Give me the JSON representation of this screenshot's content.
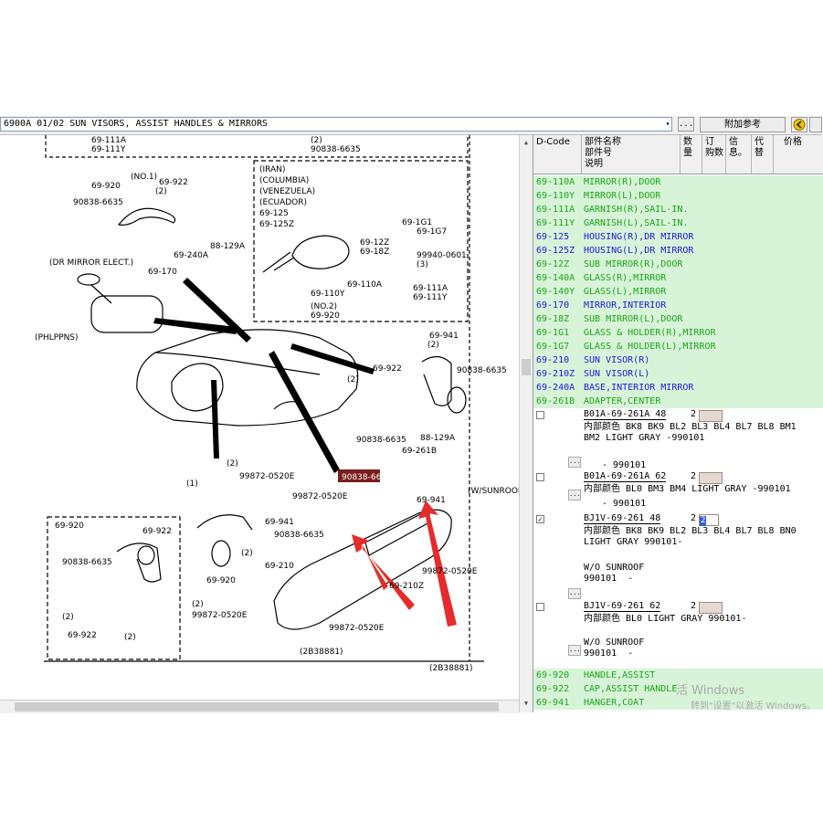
{
  "toolbar": {
    "section_title": "6900A 01/02 SUN VISORS, ASSIST HANDLES & MIRRORS",
    "dots_label": "...",
    "reference_button": "附加参考",
    "arrow_down": "▾"
  },
  "diagram": {
    "callouts": [
      "69-111A",
      "69-111Y",
      "(2)",
      "90838-6635",
      "(NO.1)",
      "69-920",
      "69-922",
      "(2)",
      "90838-6635",
      "88-129A",
      "69-240A",
      "69-170",
      "(DR MIRROR ELECT.)",
      "(PHLPPNS)",
      "(IRAN)",
      "(COLUMBIA)",
      "(VENEZUELA)",
      "(ECUADOR)",
      "69-125",
      "69-125Z",
      "69-1G1",
      "69-1G7",
      "69-12Z",
      "69-18Z",
      "99940-0601",
      "(3)",
      "69-110A",
      "69-110Y",
      "69-111A",
      "69-111Y",
      "(NO.2)",
      "69-920",
      "69-941",
      "(2)",
      "90838-6635",
      "69-922",
      "(2)",
      "90838-6635",
      "88-129A",
      "69-261B",
      "(2)",
      "90838-6635",
      "99872-0520E",
      "(1)",
      "99872-0520E",
      "(W/SUNROOF)",
      "69-941",
      "69-920",
      "69-922",
      "90838-6635",
      "(2)",
      "69-922",
      "(2)",
      "90838-6635",
      "69-941",
      "(2)",
      "69-920",
      "(2)",
      "99872-0520E",
      "69-210",
      "99872-0520E",
      "69-210Z",
      "99872-0520E",
      "(2B38881)"
    ]
  },
  "parts_table": {
    "headers": {
      "code": "D-Code",
      "name": "部件名称\n部件号\n说明",
      "qty": "数\n量",
      "order": "订\n购数",
      "info": "信\n息。",
      "replace": "代\n替",
      "price": "价格"
    },
    "rows": [
      {
        "code": "69-110A",
        "desc": "MIRROR(R),DOOR",
        "color": "green"
      },
      {
        "code": "69-110Y",
        "desc": "MIRROR(L),DOOR",
        "color": "green"
      },
      {
        "code": "69-111A",
        "desc": "GARNISH(R),SAIL-IN.",
        "color": "green"
      },
      {
        "code": "69-111Y",
        "desc": "GARNISH(L),SAIL-IN.",
        "color": "green"
      },
      {
        "code": "69-125",
        "desc": "HOUSING(R),DR MIRROR",
        "color": "blue"
      },
      {
        "code": "69-125Z",
        "desc": "HOUSING(L),DR MIRROR",
        "color": "blue"
      },
      {
        "code": "69-12Z",
        "desc": "SUB MIRROR(R),DOOR",
        "color": "green"
      },
      {
        "code": "69-140A",
        "desc": "GLASS(R),MIRROR",
        "color": "green"
      },
      {
        "code": "69-140Y",
        "desc": "GLASS(L),MIRROR",
        "color": "green"
      },
      {
        "code": "69-170",
        "desc": "MIRROR,INTERIOR",
        "color": "blue"
      },
      {
        "code": "69-18Z",
        "desc": "SUB MIRROR(L),DOOR",
        "color": "green"
      },
      {
        "code": "69-1G1",
        "desc": "GLASS & HOLDER(R),MIRROR",
        "color": "green"
      },
      {
        "code": "69-1G7",
        "desc": "GLASS & HOLDER(L),MIRROR",
        "color": "green"
      },
      {
        "code": "69-210",
        "desc": "SUN VISOR(R)",
        "color": "blue"
      },
      {
        "code": "69-210Z",
        "desc": "SUN VISOR(L)",
        "color": "blue"
      },
      {
        "code": "69-240A",
        "desc": "BASE,INTERIOR MIRROR",
        "color": "blue"
      },
      {
        "code": "69-261B",
        "desc": "ADAPTER,CENTER",
        "color": "green"
      }
    ],
    "details": [
      {
        "part": "B01A-69-261A 48",
        "qty": "2",
        "checked": "",
        "desc": "内部颜色 BK8 BK9 BL2 BL3 BL4 BL7 BL8 BM1\nBM2 LIGHT GRAY -990101",
        "extra": "- 990101"
      },
      {
        "part": "B01A-69-261A 62",
        "qty": "2",
        "checked": "",
        "desc": "内部颜色 BL0 BM3 BM4 LIGHT GRAY -990101",
        "extra": "- 990101"
      },
      {
        "part": "BJ1V-69-261  48",
        "qty": "2",
        "checked": "✓",
        "selected": "2",
        "desc": "内部颜色 BK8 BK9 BL2 BL3 BL4 BL7 BL8 BN0\nLIGHT GRAY 990101-",
        "extra": "W/O SUNROOF\n990101  -"
      },
      {
        "part": "BJ1V-69-261  62",
        "qty": "2",
        "checked": "",
        "desc": "内部颜色 BL0 LIGHT GRAY 990101-",
        "extra": "W/O SUNROOF\n990101  -"
      }
    ],
    "bottom_rows": [
      {
        "code": "69-920",
        "desc": "HANDLE,ASSIST",
        "color": "green"
      },
      {
        "code": "69-922",
        "desc": "CAP,ASSIST HANDLE",
        "color": "green"
      },
      {
        "code": "69-941",
        "desc": "HANGER,COAT",
        "color": "green"
      }
    ]
  },
  "watermark": {
    "line1": "活 Windows",
    "line2": "转到\"设置\"以激活 Windows。"
  }
}
